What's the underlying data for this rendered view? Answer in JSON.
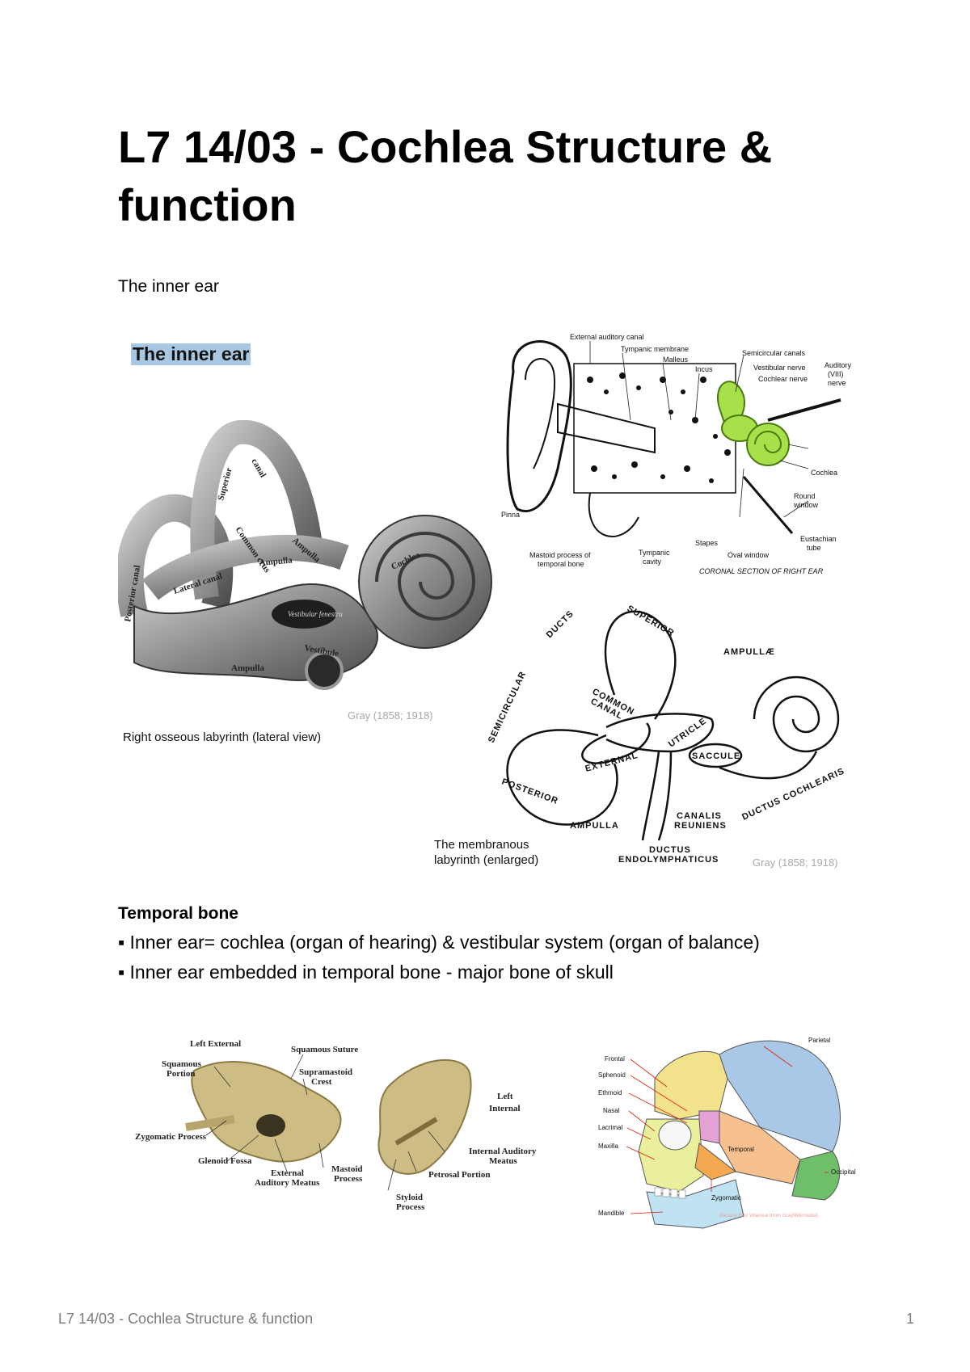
{
  "document": {
    "title": "L7 14/03 - Cochlea Structure & function",
    "section_label": "The inner ear",
    "temporal_bone": {
      "heading": "Temporal bone",
      "bullets": [
        "▪ Inner ear= cochlea (organ of hearing) & vestibular system (organ of balance)",
        "▪ Inner ear embedded in temporal bone - major bone of skull"
      ]
    }
  },
  "figures": {
    "osseous": {
      "heading": "The inner ear",
      "caption": "Right osseous labyrinth (lateral view)",
      "credit": "Gray (1858; 1918)",
      "labels": [
        "Superior",
        "canal",
        "Common crus",
        "Ampulla",
        "Lateral canal",
        "Ampulla",
        "Vestibular fenestra",
        "Cochlea",
        "Vestibule",
        "Ampulla",
        "Posterior canal"
      ]
    },
    "coronal": {
      "labels": {
        "external_canal": "External auditory canal",
        "tympanic": "Tympanic membrane",
        "malleus": "Malleus",
        "incus": "Incus",
        "semicircular": "Semicircular canals",
        "vestibular_nerve": "Vestibular nerve",
        "cochlear_nerve": "Cochlear nerve",
        "auditory": "Auditory",
        "viii": "(VIII)",
        "nerve": "nerve",
        "cochlea": "Cochlea",
        "round": "Round",
        "window": "window",
        "eustachian": "Eustachian",
        "tube": "tube",
        "pinna": "Pinna",
        "stapes": "Stapes",
        "oval": "Oval window",
        "mastoid": "Mastoid process of",
        "temporal": "temporal bone",
        "tympanic_cavity": "Tympanic",
        "cavity": "cavity",
        "section": "CORONAL SECTION OF RIGHT EAR"
      }
    },
    "membranous": {
      "caption_line1": "The membranous",
      "caption_line2": "labyrinth (enlarged)",
      "credit": "Gray (1858; 1918)",
      "labels": {
        "superior": "SUPERIOR",
        "ducts": "DUCTS",
        "semicircular": "SEMICIRCULAR",
        "ampullae": "AMPULLÆ",
        "common": "COMMON",
        "canal": "CANAL",
        "external": "EXTERNAL",
        "utricle": "UTRICLE",
        "saccule": "SACCULE",
        "posterior": "POSTERIOR",
        "ampulla": "AMPULLA",
        "canalis": "CANALIS",
        "reuniens": "REUNIENS",
        "ductus_cochlearis": "DUCTUS COCHLEARIS",
        "ductus": "DUCTUS",
        "endolymphaticus": "ENDOLYMPHATICUS"
      }
    },
    "temporal_bone": {
      "labels": {
        "left_external": "Left External",
        "squamous_suture": "Squamous Suture",
        "squamous_portion1": "Squamous",
        "squamous_portion2": "Portion",
        "supramastoid1": "Supramastoid",
        "supramastoid2": "Crest",
        "left_internal1": "Left",
        "left_internal2": "Internal",
        "zygomatic": "Zygomatic Process",
        "glenoid": "Glenoid Fossa",
        "ext_aud1": "External",
        "ext_aud2": "Auditory Meatus",
        "mastoid1": "Mastoid",
        "mastoid2": "Process",
        "int_aud1": "Internal Auditory",
        "int_aud2": "Meatus",
        "petrosal": "Petrosal Portion",
        "styloid1": "Styloid",
        "styloid2": "Process"
      }
    },
    "skull": {
      "labels": {
        "parietal": "Parietal",
        "frontal": "Frontal",
        "sphenoid": "Sphenoid",
        "ethmoid": "Ethmoid",
        "nasal": "Nasal",
        "lacrimal": "Lacrimal",
        "maxilla": "Maxilla",
        "temporal": "Temporal",
        "occipital": "Occipital",
        "zygomatic": "Zygomatic",
        "mandible": "Mandible",
        "credit": "Mariana Ruiz Villarreal (from Gray/Wikimedia)"
      },
      "colors": {
        "parietal": "#a9c7e6",
        "frontal": "#f2e28b",
        "temporal": "#f7c08f",
        "occipital": "#6fbf6a",
        "sphenoid": "#e3a1d6",
        "zygomatic": "#f5a84f",
        "maxilla": "#e9ef9a",
        "mandible": "#bfe3f2"
      }
    }
  },
  "footer": {
    "title": "L7 14/03 - Cochlea Structure & function",
    "page_number": "1"
  },
  "colors": {
    "cochlea_highlight": "#a8e04a",
    "label_highlight": "#a7c7e3"
  }
}
